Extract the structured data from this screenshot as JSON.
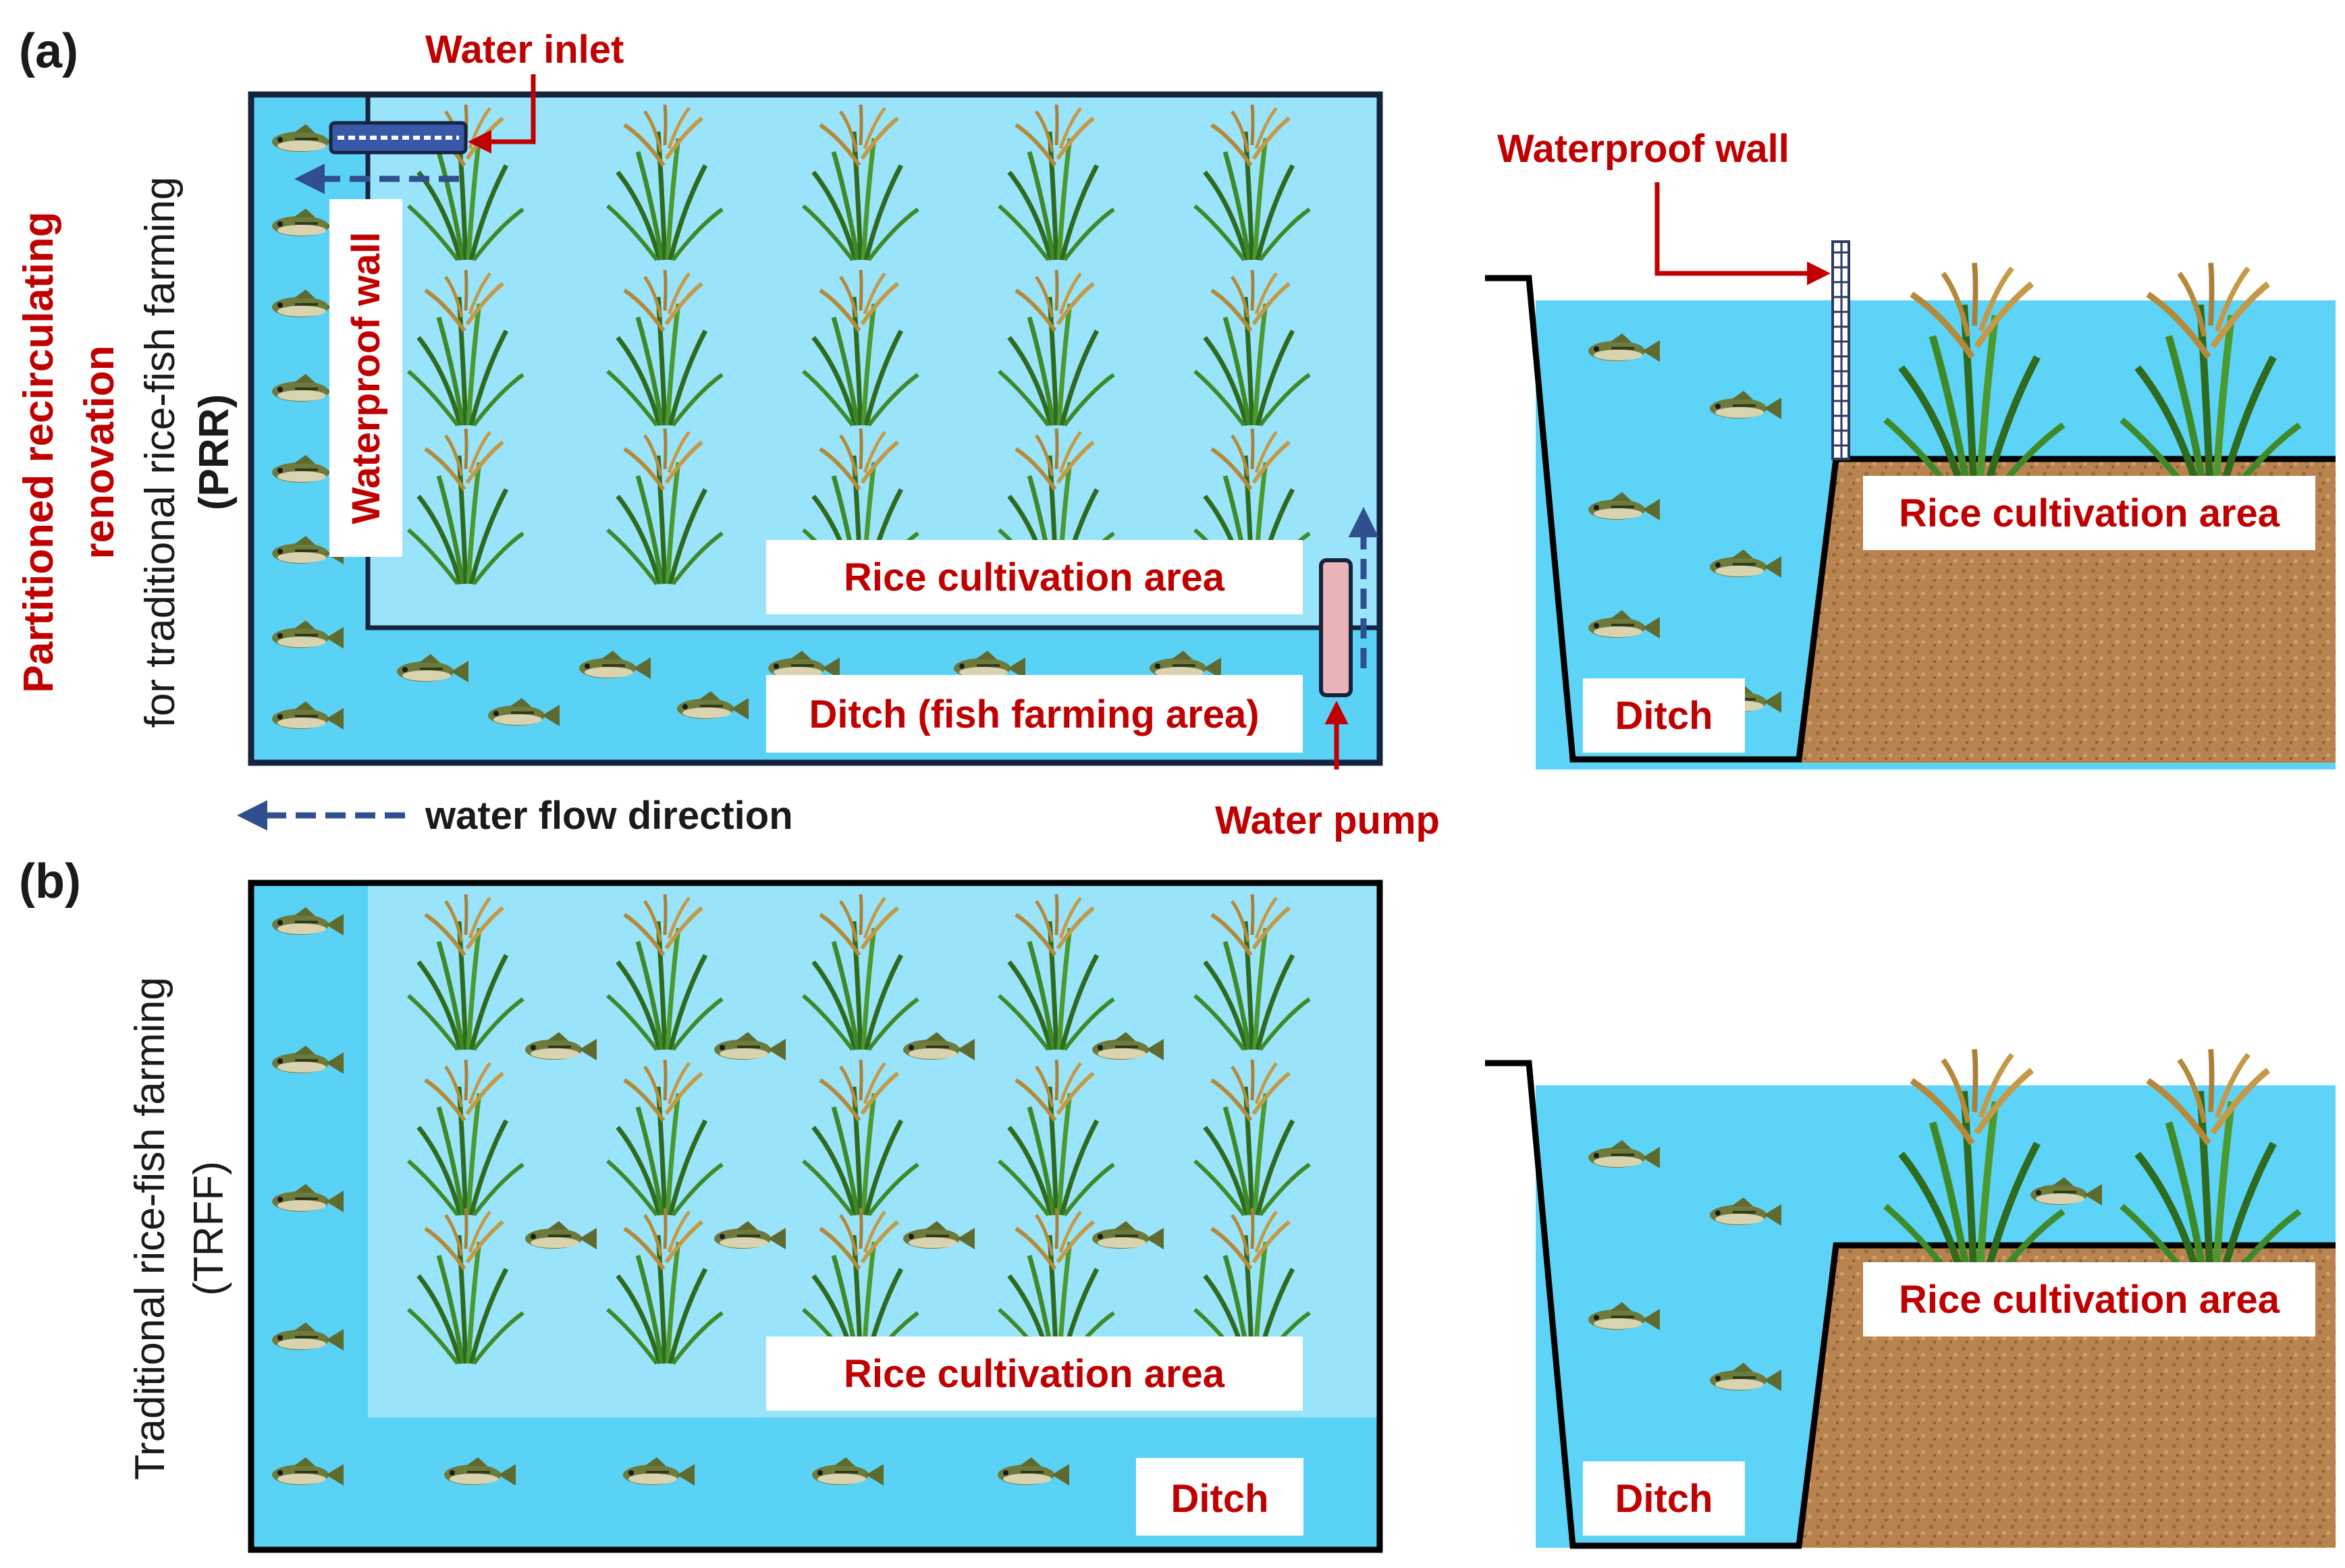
{
  "panels": {
    "a": {
      "letter": "(a)",
      "side_title_red_line1": "Partitioned recirculating",
      "side_title_red_line2": "renovation",
      "side_title_line3": "for traditional rice-fish farming",
      "side_title_line4": "(PRR)",
      "labels": {
        "water_inlet": "Water inlet",
        "waterproof_wall_vertical": "Waterproof wall",
        "rice_area": "Rice cultivation area",
        "ditch": "Ditch (fish farming area)",
        "water_pump": "Water pump",
        "legend": "water flow direction"
      },
      "cross_section": {
        "waterproof_wall": "Waterproof wall",
        "rice_area": "Rice cultivation area",
        "ditch": "Ditch"
      }
    },
    "b": {
      "letter": "(b)",
      "side_title_line1": "Traditional rice-fish farming",
      "side_title_line2": "(TRFF)",
      "labels": {
        "rice_area": "Rice cultivation area",
        "ditch": "Ditch"
      },
      "cross_section": {
        "rice_area": "Rice cultivation area",
        "ditch": "Ditch"
      }
    }
  },
  "colors": {
    "water_dark": "#5ad2f6",
    "water_light": "#9ae4fb",
    "water_cross": "#5ed3f8",
    "frame": "#16233f",
    "label_red": "#c00000",
    "soil": "#b98350",
    "arrow_blue": "#2f4f8f",
    "pump": "#e8b4b8",
    "inlet": "#3a58a8"
  }
}
